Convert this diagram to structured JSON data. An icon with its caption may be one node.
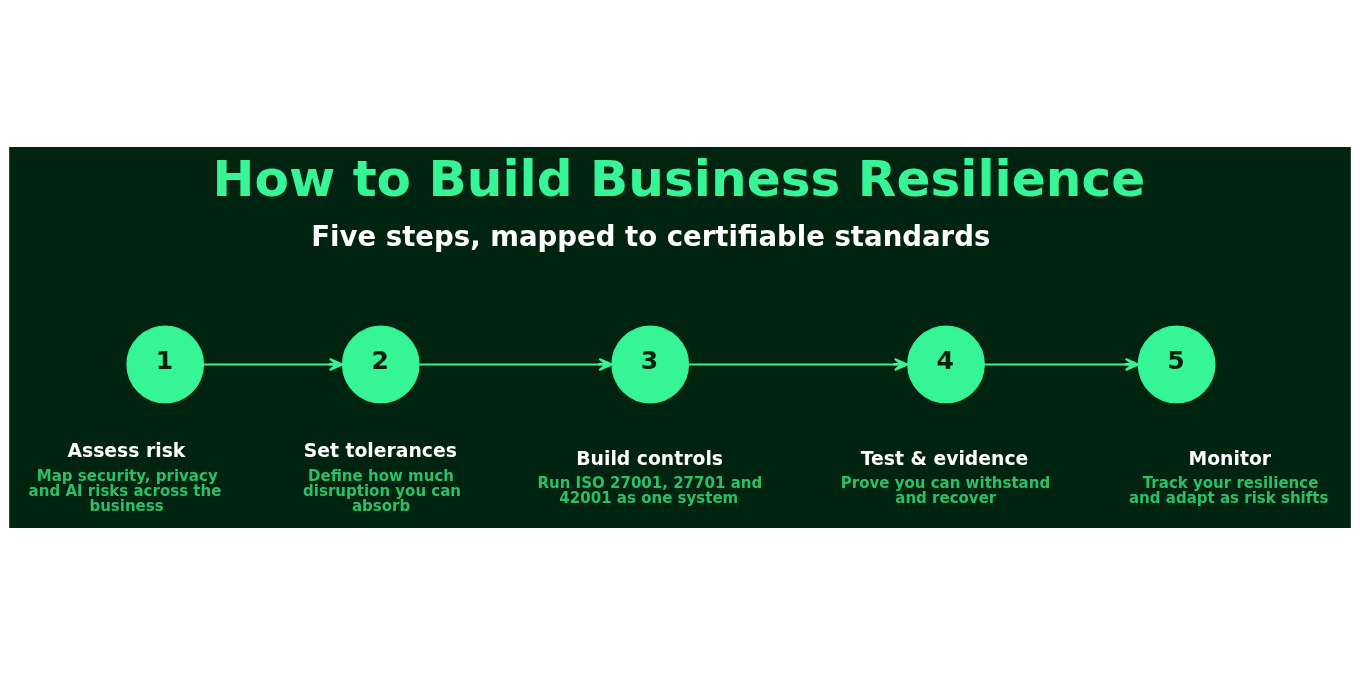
{
  "diagram": {
    "title": "How to Build Business Resilience",
    "nodes": [
      {
        "text": [
          "1"
        ],
        "beside": [
          "Assess risk",
          "Map security, privacy and AI risks across the business"
        ]
      },
      {
        "text": [
          "2"
        ],
        "beside": [
          "Set tolerances",
          "Define how much disruption you can absorb"
        ]
      },
      {
        "text": [
          "3"
        ],
        "beside": [
          "Build controls",
          "Run ISO 27001, 27701 and 42001 as one system"
        ]
      },
      {
        "text": [
          "4"
        ],
        "beside": [
          "Test & evidence",
          "Prove you can withstand and recover"
        ]
      },
      {
        "text": [
          "5"
        ],
        "beside": [
          "Monitor",
          "Track your resilience and adapt as risk shifts"
        ]
      }
    ],
    "edges": [
      {
        "from": 0,
        "to": 1,
        "arrow": "to"
      },
      {
        "from": 1,
        "to": 2,
        "arrow": "to"
      },
      {
        "from": 2,
        "to": 3,
        "arrow": "to"
      },
      {
        "from": 3,
        "to": 4,
        "arrow": "to"
      }
    ],
    "labels": [
      "Five steps, mapped to certifiable standards"
    ]
  }
}
